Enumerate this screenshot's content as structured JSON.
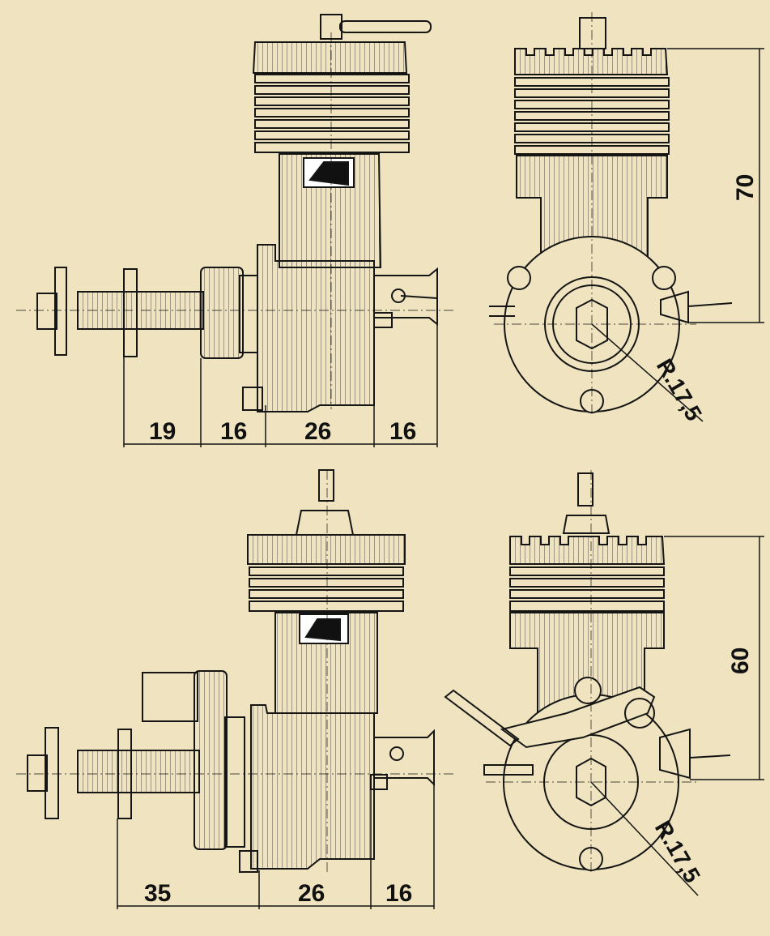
{
  "top": {
    "side_dims": [
      "19",
      "16",
      "26",
      "16"
    ],
    "height_dim": "70",
    "radius_label": "R.17,5"
  },
  "bottom": {
    "side_dims": [
      "35",
      "26",
      "16"
    ],
    "height_dim": "60",
    "radius_label": "R.17,5"
  },
  "colors": {
    "paper": "#efe4bf",
    "ink": "#151515"
  }
}
